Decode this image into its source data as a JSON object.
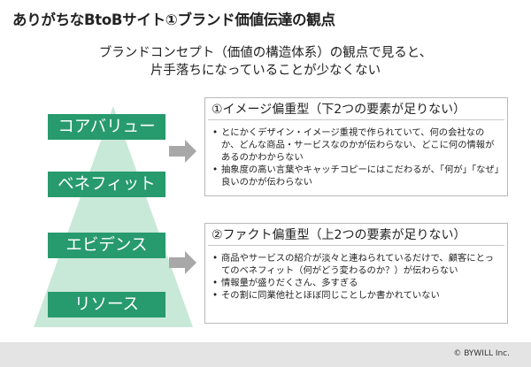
{
  "title": "ありがちなBtoBサイト①ブランド価値伝達の観点",
  "subtitle": {
    "line1": "ブランドコンセプト（価値の構造体系）の観点で見ると、",
    "line2": "片手落ちになっていることが少なくない"
  },
  "pyramid": {
    "levels": [
      "コアバリュー",
      "ベネフィット",
      "エビデンス",
      "リソース"
    ],
    "colors": {
      "triangle": "#c8e8d8",
      "label": "#279a6e",
      "arrow": "#a8a8a8"
    }
  },
  "boxes": [
    {
      "title": "①イメージ偏重型（下2つの要素が足りない）",
      "items": [
        "とにかくデザイン・イメージ重視で作られていて、何の会社なのか、どんな商品・サービスなのかが伝わらない、どこに何の情報があるのかわからない",
        "抽象度の高い言葉やキャッチコピーにはこだわるが、「何が」「なぜ」良いのかが伝わらない"
      ]
    },
    {
      "title": "②ファクト偏重型（上2つの要素が足りない）",
      "items": [
        "商品やサービスの紹介が淡々と連ねられているだけで、顧客にとってのベネフィット（何がどう変わるのか？）が伝わらない",
        "情報量が盛りだくさん、多すぎる",
        "その割に同業他社とほぼ同じことしか書かれていない"
      ]
    }
  ],
  "footer": {
    "copyright": "© BYWILL Inc."
  }
}
